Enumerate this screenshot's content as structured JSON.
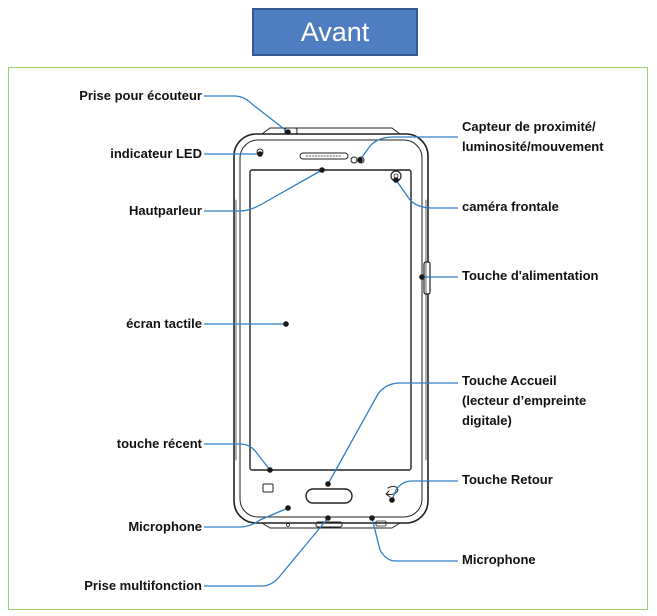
{
  "title": "Avant",
  "colors": {
    "title_fill": "#4f7dc1",
    "frame_border": "#9ccf6a",
    "leader": "#2f7fc7"
  },
  "labels": {
    "headphone_jack": "Prise pour écouteur",
    "led_indicator": "indicateur LED",
    "speaker": "Hautparleur",
    "touchscreen": "écran tactile",
    "recent_key": "touche récent",
    "microphone_left": "Microphone",
    "multipurpose_jack": "Prise multifonction",
    "proximity_sensor_line1": "Capteur de proximité/",
    "proximity_sensor_line2": "luminosité/mouvement",
    "front_camera": "caméra frontale",
    "power_key": "Touche d'alimentation",
    "home_key_line1": "Touche Accueil",
    "home_key_line2": "(lecteur d’empreinte",
    "home_key_line3": "digitale)",
    "back_key": "Touche Retour",
    "microphone_right": "Microphone"
  }
}
